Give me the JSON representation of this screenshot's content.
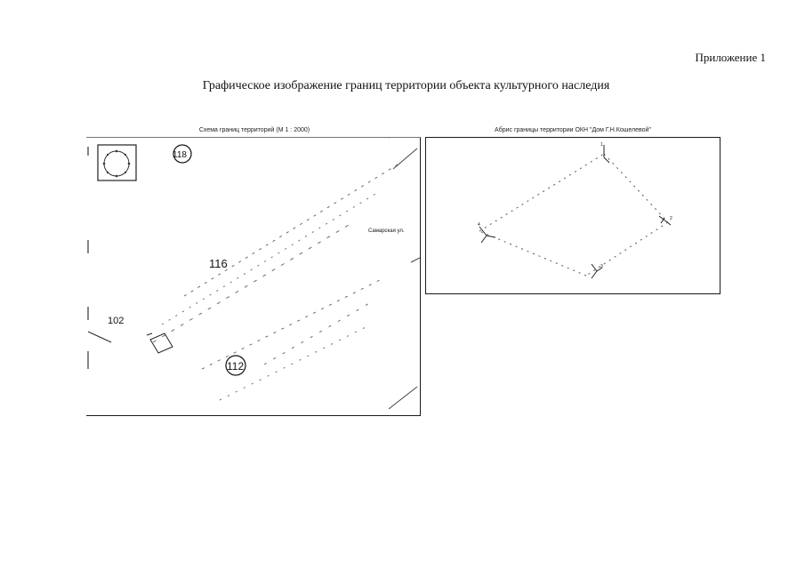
{
  "header": {
    "appendix": "Приложение 1",
    "title": "Графическое изображение границ территории объекта культурного наследия"
  },
  "scheme_panel": {
    "caption": "Схема границ территорий (М 1 : 2000)",
    "labels": {
      "plot_116": "116",
      "plot_112": "112",
      "plot_118": "118",
      "plot_102": "102",
      "street": "Самарская ул."
    }
  },
  "abris_panel": {
    "caption": "Абрис границы территории ОКН \"Дом Г.Н.Кошелевой\"",
    "points": [
      "1",
      "2",
      "3",
      "4"
    ]
  }
}
